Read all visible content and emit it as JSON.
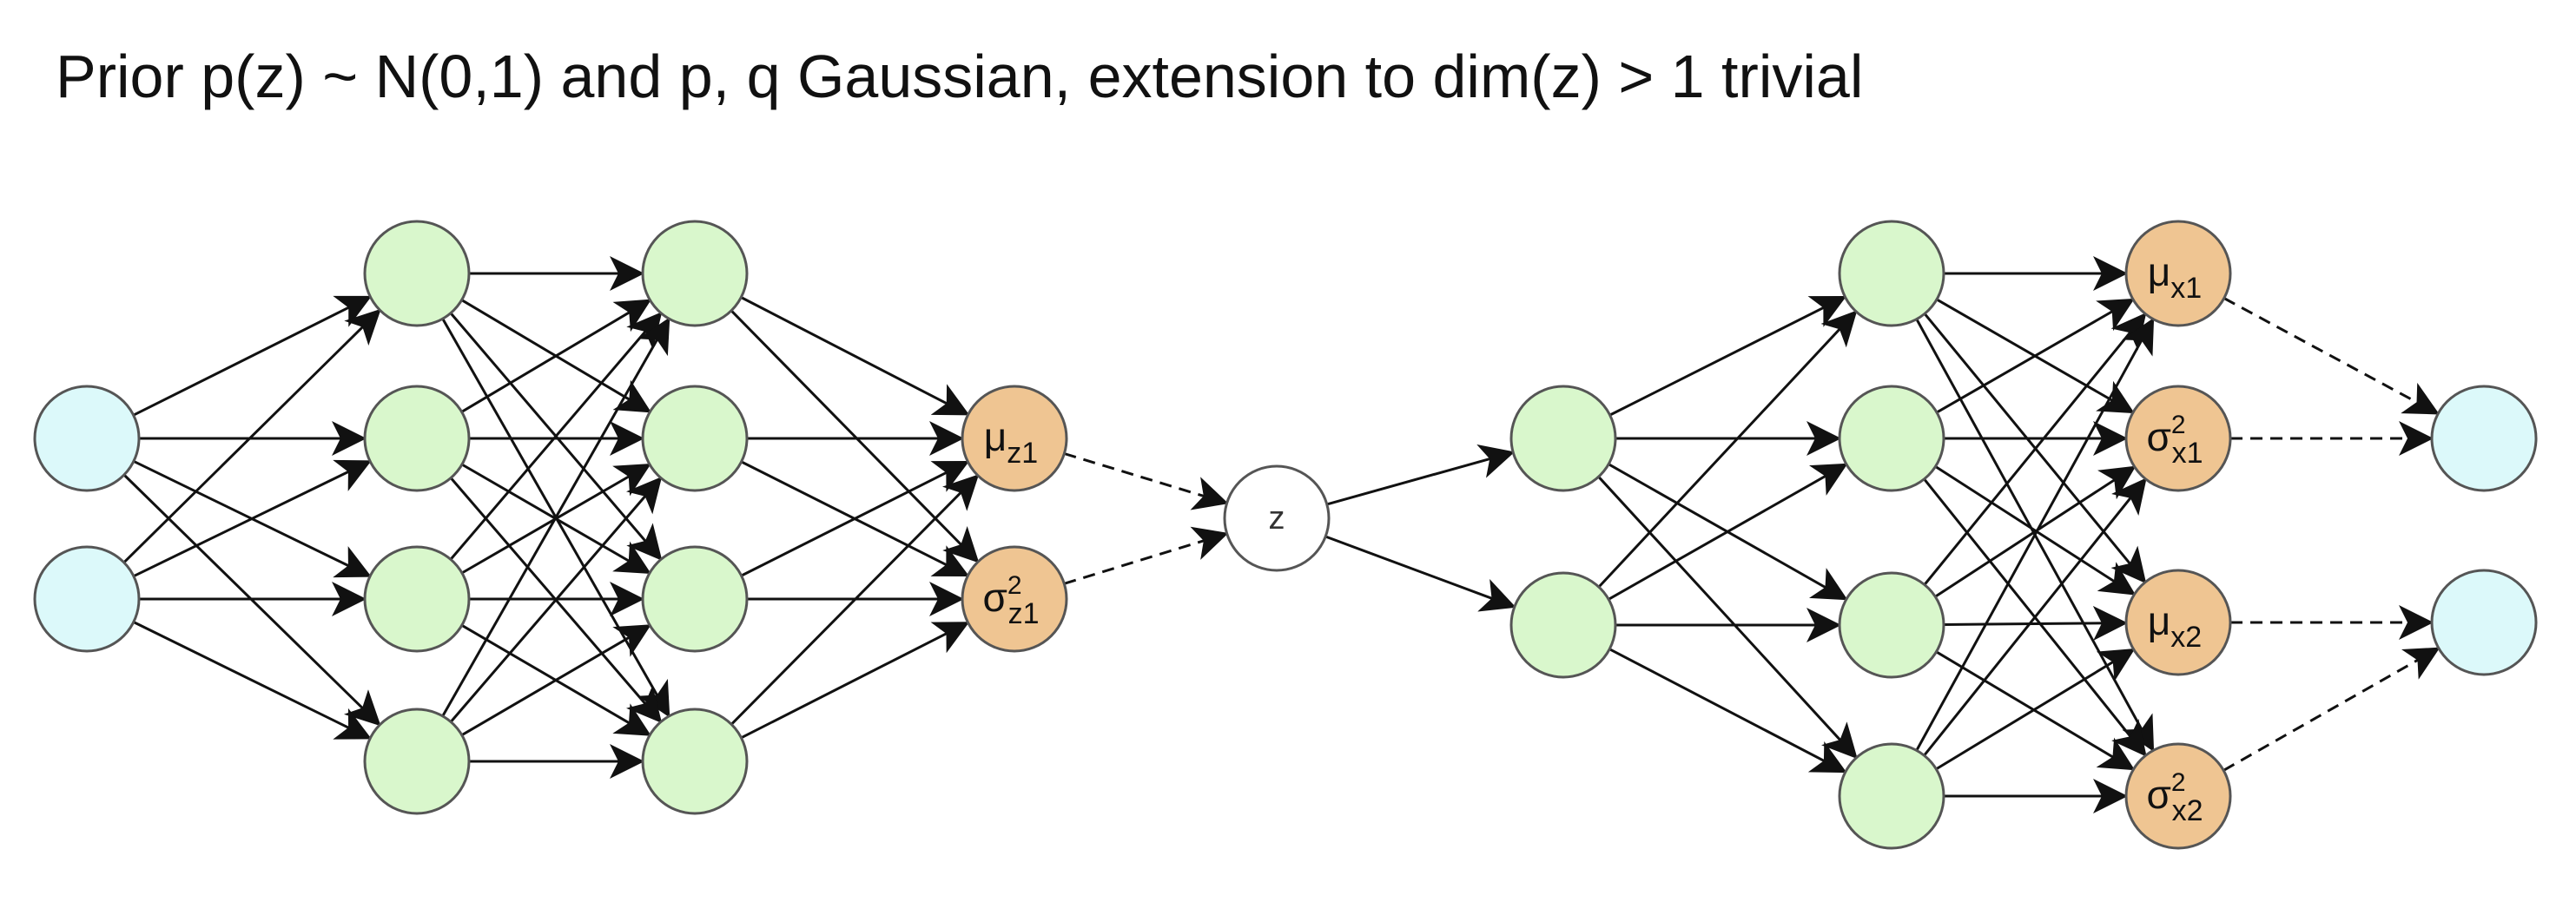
{
  "title": "Prior p(z) ~ N(0,1) and p, q Gaussian, extension to dim(z) > 1 trivial",
  "colors": {
    "input": "#dcf9fa",
    "hidden": "#d9f7cc",
    "param": "#efc592",
    "latent": "#ffffff",
    "stroke": "#555555",
    "edge": "#111111"
  },
  "encoder": {
    "inputs": [
      "",
      ""
    ],
    "hidden1": [
      "",
      "",
      "",
      ""
    ],
    "hidden2": [
      "",
      "",
      "",
      ""
    ],
    "params": [
      {
        "symbol": "μ",
        "sup": "",
        "sub": "z1"
      },
      {
        "symbol": "σ",
        "sup": "2",
        "sub": "z1"
      }
    ]
  },
  "latent": {
    "label": "z"
  },
  "decoder": {
    "hidden1": [
      "",
      ""
    ],
    "hidden2": [
      "",
      "",
      "",
      ""
    ],
    "params": [
      {
        "symbol": "μ",
        "sup": "",
        "sub": "x1"
      },
      {
        "symbol": "σ",
        "sup": "2",
        "sub": "x1"
      },
      {
        "symbol": "μ",
        "sup": "",
        "sub": "x2"
      },
      {
        "symbol": "σ",
        "sup": "2",
        "sub": "x2"
      }
    ],
    "outputs": [
      "",
      ""
    ]
  }
}
